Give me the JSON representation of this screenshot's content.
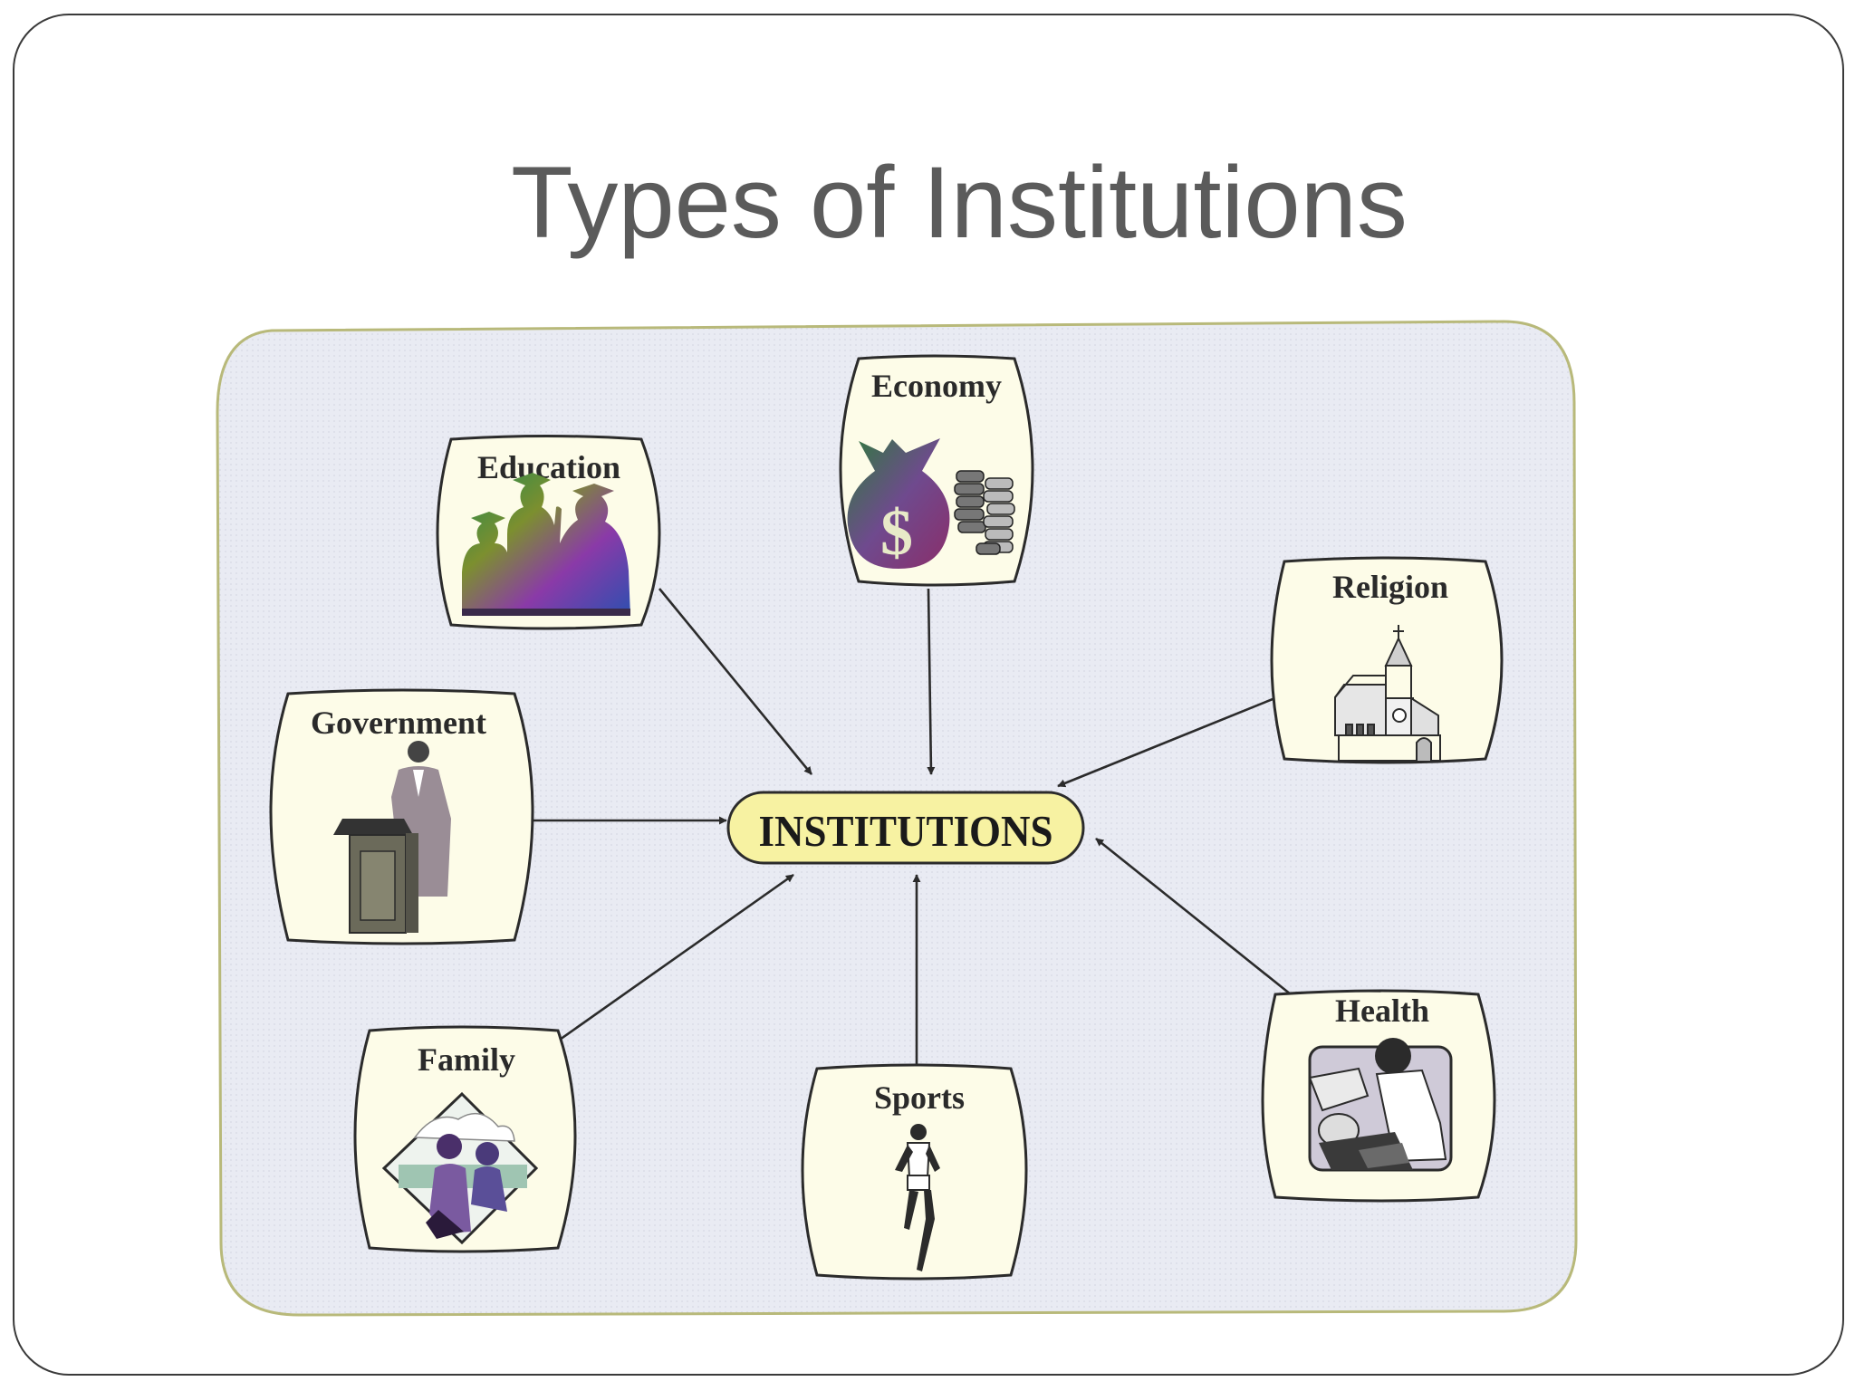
{
  "slide": {
    "title": "Types of Institutions"
  },
  "diagram": {
    "center": {
      "label": "INSTITUTIONS",
      "fill": "#f7f2a2"
    },
    "nodes": [
      {
        "id": "economy",
        "label": "Economy",
        "icon": "money-bag-icon"
      },
      {
        "id": "education",
        "label": "Education",
        "icon": "graduates-icon"
      },
      {
        "id": "religion",
        "label": "Religion",
        "icon": "church-icon"
      },
      {
        "id": "government",
        "label": "Government",
        "icon": "podium-speaker-icon"
      },
      {
        "id": "family",
        "label": "Family",
        "icon": "family-icon"
      },
      {
        "id": "sports",
        "label": "Sports",
        "icon": "runner-icon"
      },
      {
        "id": "health",
        "label": "Health",
        "icon": "medical-icon"
      }
    ],
    "colors": {
      "panel": "#e8eaf2",
      "panel_border": "#b8b97a",
      "node_fill": "#fdfce8",
      "arrow": "#2b2b2b"
    }
  }
}
